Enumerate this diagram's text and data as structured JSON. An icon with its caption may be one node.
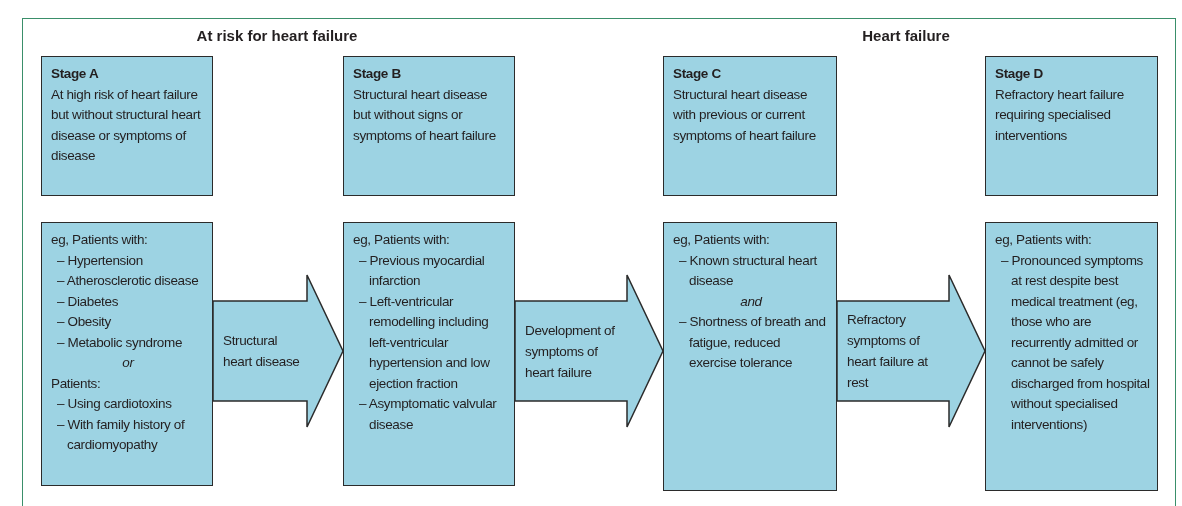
{
  "diagram": {
    "nodes": [
      {
        "text": [
          "Stage A",
          "At high risk of heart failure but without structural heart disease or symptoms of disease"
        ]
      },
      {
        "text": [
          "Stage B",
          "Structural heart disease but without signs or symptoms of heart failure"
        ]
      },
      {
        "text": [
          "Stage C",
          "Structural heart disease with previous or current symptoms of heart failure"
        ]
      },
      {
        "text": [
          "Stage D",
          "Refractory heart failure requiring specialised interventions"
        ]
      },
      {
        "text": [
          "eg, Patients with:",
          "– Hypertension",
          "– Atherosclerotic disease",
          "– Diabetes",
          "– Obesity",
          "– Metabolic syndrome",
          "or",
          "Patients:",
          "– Using cardiotoxins",
          "– With family history of cardiomyopathy"
        ]
      },
      {
        "text": [
          "eg, Patients with:",
          "– Previous myocardial infarction",
          "– Left-ventricular remodelling including left-ventricular hypertension and low ejection fraction",
          "– Asymptomatic valvular disease"
        ]
      },
      {
        "text": [
          "eg, Patients with:",
          "– Known structural heart disease",
          "and",
          "– Shortness of breath and fatigue, reduced exercise tolerance"
        ]
      },
      {
        "text": [
          "eg, Patients with:",
          "– Pronounced symptoms at rest despite best medical treatment (eg, those who are recurrently admitted or cannot be safely discharged from hospital without specialised interventions)"
        ]
      }
    ],
    "edges": [
      {
        "from": 4,
        "to": 5,
        "arrow": "to",
        "label": "Structural heart disease"
      },
      {
        "from": 5,
        "to": 6,
        "arrow": "to",
        "label": "Development of symptoms of heart failure"
      },
      {
        "from": 6,
        "to": 7,
        "arrow": "to",
        "label": "Refractory symptoms of heart failure at rest"
      }
    ],
    "labels": [
      "At risk for heart failure",
      "Heart failure"
    ]
  }
}
